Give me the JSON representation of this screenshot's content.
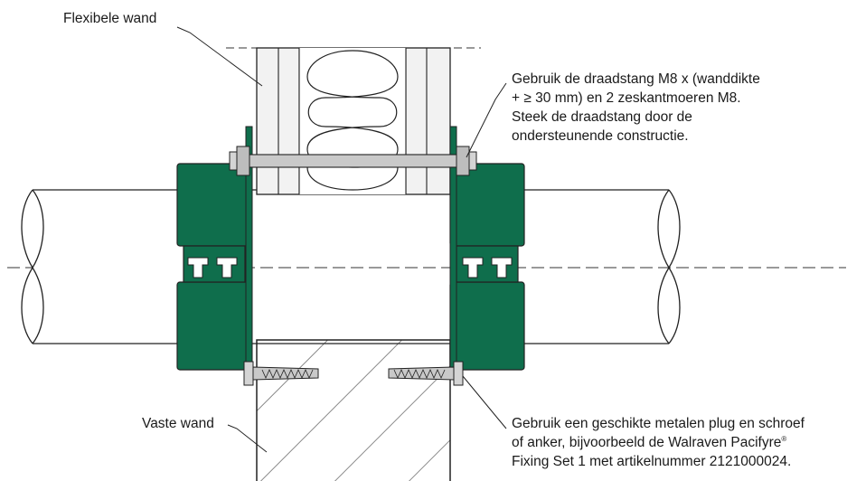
{
  "labels": {
    "flexible_wall": "Flexibele wand",
    "fixed_wall": "Vaste wand"
  },
  "notes": {
    "threaded_rod": {
      "lines": [
        "Gebruik de draadstang M8 x (wanddikte",
        "+ ≥ 30 mm) en 2 zeskantmoeren M8.",
        "Steek de draadstang door de",
        "ondersteunende constructie."
      ]
    },
    "fixing": {
      "line1": "Gebruik een geschikte metalen plug en schroef",
      "line2_pre": "of anker, bijvoorbeeld de Walraven Pacifyre",
      "line2_sup": "®",
      "line3": "Fixing Set 1 met artikelnummer 2121000024."
    }
  },
  "colors": {
    "clamp_green": "#0f6e4c",
    "outline": "#222222",
    "wall_fill": "#efefef",
    "rod_fill": "#c9c9c9"
  }
}
